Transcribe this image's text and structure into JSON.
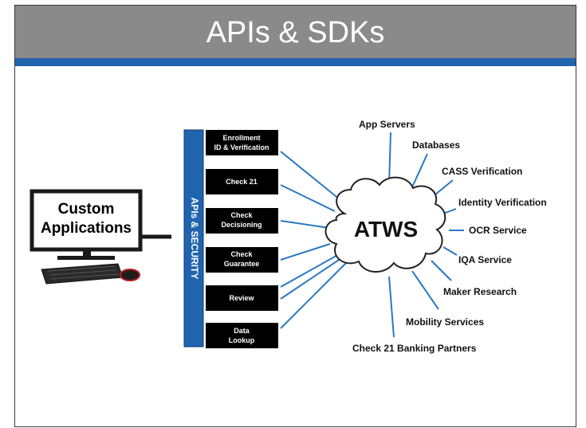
{
  "slide": {
    "title": "APIs & SDKs",
    "title_bar_color": "#8a8a8a",
    "accent_rule_color": "#1f64ad"
  },
  "computer": {
    "label_line1": "Custom",
    "label_line2": "Applications"
  },
  "security_bar": {
    "label": "APIs & SECURITY",
    "color": "#1f64ad"
  },
  "modules": [
    {
      "line1": "Enrollment",
      "line2": "ID & Verification"
    },
    {
      "line1": "Check 21",
      "line2": ""
    },
    {
      "line1": "Check",
      "line2": "Decisioning"
    },
    {
      "line1": "Check",
      "line2": "Guarantee"
    },
    {
      "line1": "Review",
      "line2": ""
    },
    {
      "line1": "Data",
      "line2": "Lookup"
    }
  ],
  "hub": {
    "label": "ATWS"
  },
  "services": [
    "App Servers",
    "Databases",
    "CASS Verification",
    "Identity Verification",
    "OCR Service",
    "IQA Service",
    "Maker Research",
    "Mobility Services",
    "Check 21 Banking Partners"
  ],
  "connector_color": "#2b78c4"
}
